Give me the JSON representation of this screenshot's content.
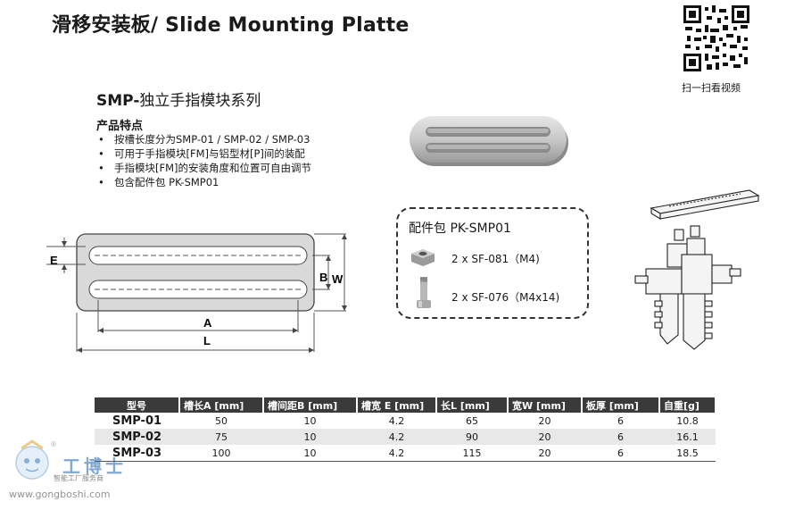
{
  "title": "滑移安装板/ Slide Mounting Platte",
  "qr_caption": "扫一扫看视频",
  "series": {
    "code": "SMP-",
    "name": "独立手指模块系列"
  },
  "features": {
    "heading": "产品特点",
    "items": [
      "按槽长度分为SMP-01 /  SMP-02 /  SMP-03",
      "可用于手指模块[FM]与铝型材[P]间的装配",
      "手指模块[FM]的安装角度和位置可自由调节",
      "包含配件包 PK-SMP01"
    ],
    "bullet": "•"
  },
  "accessory_kit": {
    "title": "配件包 PK-SMP01",
    "items": [
      {
        "label": "2 x SF-081（M4)",
        "icon": "square-nut-icon"
      },
      {
        "label": "2 x SF-076（M4x14)",
        "icon": "screw-icon"
      }
    ]
  },
  "drawing_labels": {
    "e": "E",
    "b": "B",
    "w": "W",
    "a": "A",
    "l": "L"
  },
  "table": {
    "headers": [
      "型号",
      "槽长A [mm]",
      "槽间距B [mm]",
      "槽宽 E [mm]",
      "长L [mm]",
      "宽W [mm]",
      "板厚 [mm]",
      "自重[g]"
    ],
    "rows": [
      [
        "SMP-01",
        "50",
        "10",
        "4.2",
        "65",
        "20",
        "6",
        "10.8"
      ],
      [
        "SMP-02",
        "75",
        "10",
        "4.2",
        "90",
        "20",
        "6",
        "16.1"
      ],
      [
        "SMP-03",
        "100",
        "10",
        "4.2",
        "115",
        "20",
        "6",
        "18.5"
      ]
    ]
  },
  "logo": {
    "name": "工博士",
    "tagline": "智能工厂服务商",
    "url": "www.gongboshi.com",
    "mark": "®"
  },
  "colors": {
    "table_header": "#3a3a3a",
    "row_stripe": "#e8e8e8",
    "logo_blue": "#2c6fb3"
  }
}
